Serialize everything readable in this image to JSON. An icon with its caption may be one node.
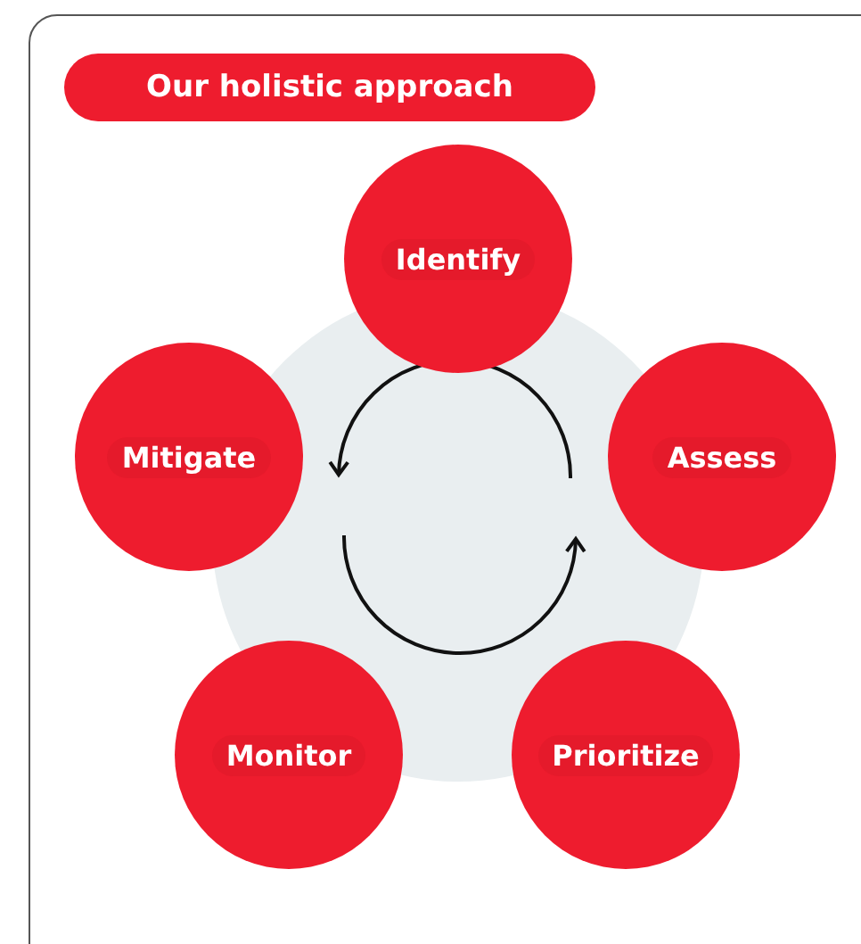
{
  "diagram": {
    "title": "Our holistic approach",
    "nodes": [
      {
        "text": [
          "Identify"
        ]
      },
      {
        "text": [
          "Assess"
        ]
      },
      {
        "text": [
          "Prioritize"
        ]
      },
      {
        "text": [
          "Monitor"
        ]
      },
      {
        "text": [
          "Mitigate"
        ]
      }
    ]
  }
}
